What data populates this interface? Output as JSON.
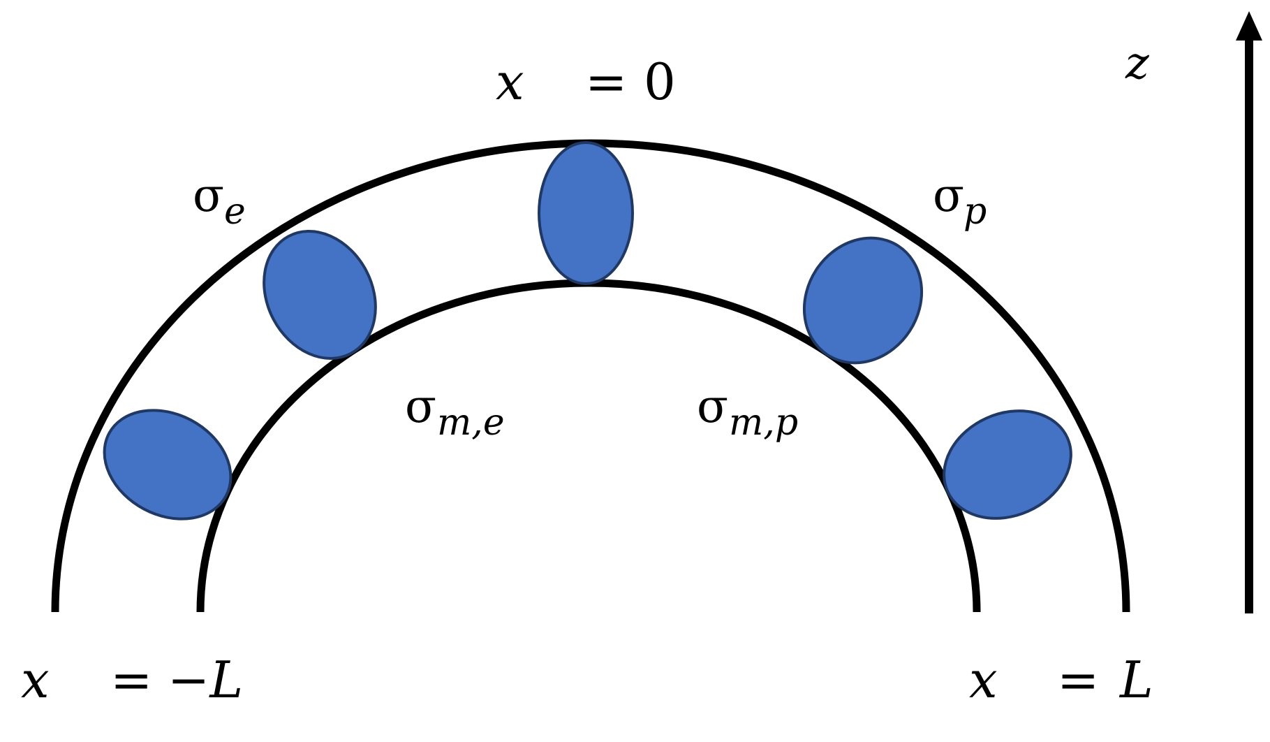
{
  "colors": {
    "background": "#ffffff",
    "arc_stroke": "#000000",
    "ellipse_fill": "#4472c4",
    "ellipse_stroke": "#1f3864",
    "axis": "#000000"
  },
  "labels": {
    "top": {
      "var": "x",
      "eq": "=",
      "val": "0"
    },
    "left": {
      "var": "x",
      "eq": "=",
      "val": "−L"
    },
    "right": {
      "var": "x",
      "eq": "=",
      "val": "L"
    },
    "axis": "z",
    "sigma_e": {
      "base": "σ",
      "sub": "e"
    },
    "sigma_p": {
      "base": "σ",
      "sub": "p"
    },
    "sigma_me": {
      "base": "σ",
      "sub": "m,e"
    },
    "sigma_mp": {
      "base": "σ",
      "sub": "m,p"
    }
  },
  "icons": {
    "axis_arrow": "arrow-up-icon"
  }
}
